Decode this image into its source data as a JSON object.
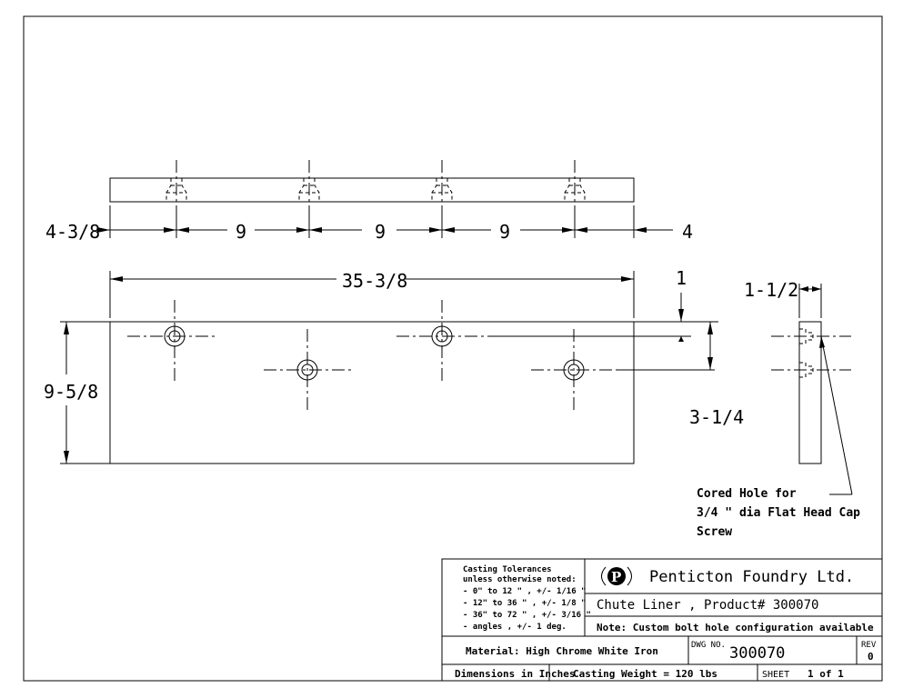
{
  "dimensions": {
    "left_offset": "4-3/8",
    "spacing_1": "9",
    "spacing_2": "9",
    "spacing_3": "9",
    "right_offset": "4",
    "overall_length": "35-3/8",
    "height": "9-5/8",
    "top_offset": "1",
    "row_offset": "3-1/4",
    "thickness": "1-1/2"
  },
  "note": {
    "line1": "Cored Hole for",
    "line2": "3/4 \" dia Flat Head Cap",
    "line3": "Screw"
  },
  "title_block": {
    "tolerances": {
      "heading": "Casting Tolerances",
      "subheading": "unless otherwise noted:",
      "rows": [
        "-   0\" to 12 \" , +/- 1/16 \"",
        "- 12\" to 36 \"  , +/- 1/8 \"",
        "- 36\" to 72 \"  , +/- 3/16 \"",
        "- angles        , +/- 1 deg."
      ]
    },
    "logo_letter": "P",
    "company": "Penticton Foundry Ltd.",
    "part_title": "Chute Liner , Product# 300070",
    "note": "Note: Custom bolt hole configuration available",
    "material": "Material: High Chrome White Iron",
    "dwg_label": "DWG NO.",
    "dwg_no": "300070",
    "rev_label": "REV",
    "rev": "0",
    "units": "Dimensions in Inches",
    "weight": "Casting Weight = 120 lbs",
    "sheet_label": "SHEET",
    "sheet": "1 of 1"
  }
}
